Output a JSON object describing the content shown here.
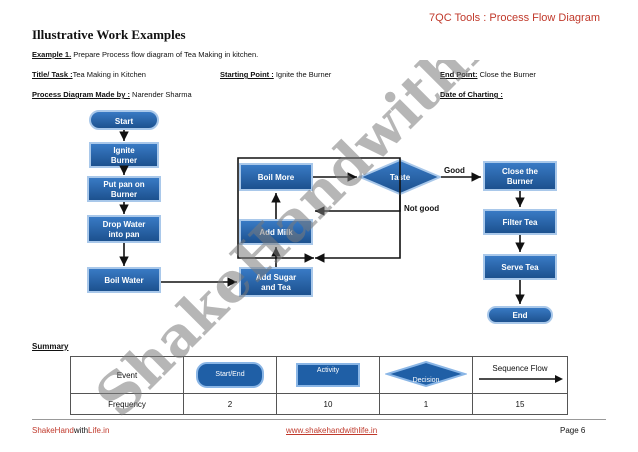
{
  "header": {
    "right": "7QC Tools : Process Flow Diagram"
  },
  "title": "Illustrative Work Examples",
  "example": {
    "label": "Example 1.",
    "text": " Prepare Process flow diagram of Tea Making in kitchen."
  },
  "meta": {
    "title_label": "Title/ Task :",
    "title_value": "Tea Making in Kitchen",
    "start_label": "Starting Point :",
    "start_value": " Ignite the Burner",
    "end_label": "End Point:",
    "end_value": " Close the Burner",
    "made_by_label": "Process Diagram Made by :",
    "made_by_value": " Narender Sharma",
    "date_label": "Date of Charting :"
  },
  "diagram": {
    "start": "Start",
    "ignite": [
      "Ignite",
      "Burner"
    ],
    "pan": [
      "Put pan on",
      "Burner"
    ],
    "drop": [
      "Drop Water",
      "into pan"
    ],
    "boil_water": "Boil Water",
    "add_sugar": [
      "Add Sugar",
      "and Tea"
    ],
    "add_milk": "Add  Milk",
    "boil_more": "Boil More",
    "taste": "Taste",
    "good": "Good",
    "not_good": "Not good",
    "close": [
      "Close the",
      "Burner"
    ],
    "filter": "Filter Tea",
    "serve": "Serve Tea",
    "end": "End"
  },
  "summary": {
    "label": "Summary",
    "row1": {
      "event": "Event",
      "start_end": "Start/End",
      "activity": "Activity",
      "decision": "Decision",
      "flow": "Sequence Flow"
    },
    "row2": {
      "frequency": "Frequency",
      "start_end": "2",
      "activity": "10",
      "decision": "1",
      "flow": "15"
    }
  },
  "watermark": "ShakeHandwithLife.in",
  "footer": {
    "left_a": "ShakeHand",
    "left_b": "with",
    "left_c": "Life.in",
    "center": "www.shakehandwithlife.in",
    "right": "Page 6"
  },
  "colors": {
    "box": "#1f5fa6",
    "box_border": "#a9c8ea",
    "accent_red": "#c0392b",
    "watermark": "#7a7a7a"
  }
}
